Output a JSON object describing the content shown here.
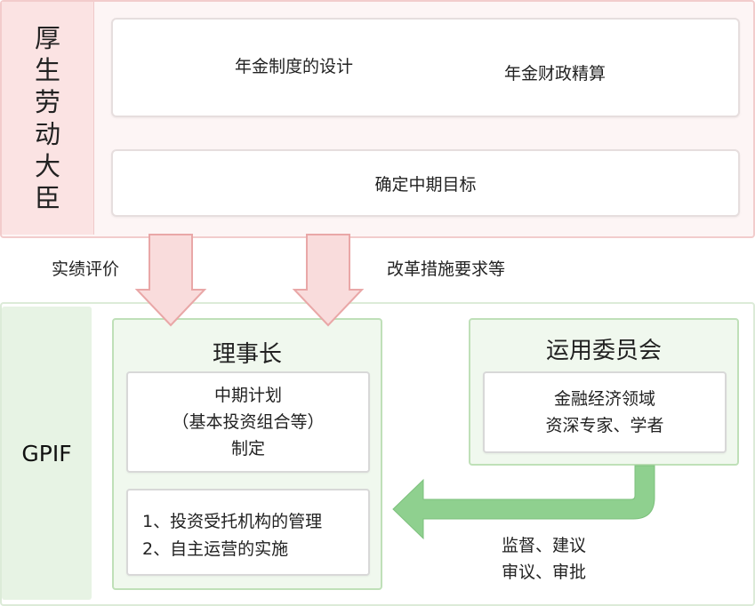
{
  "ministry": {
    "label_chars": [
      "厚",
      "生",
      "劳",
      "动",
      "大",
      "臣"
    ],
    "design_label": "年金制度的设计",
    "finance_label": "年金财政精算",
    "target_label": "确定中期目标"
  },
  "flows": {
    "evaluation_label": "实绩评价",
    "reform_label": "改革措施要求等",
    "supervision_line1": "监督、建议",
    "supervision_line2": "审议、审批"
  },
  "gpif": {
    "label": "GPIF",
    "chairman": {
      "title": "理事长",
      "plan_line1": "中期计划",
      "plan_line2": "（基本投资组合等）",
      "plan_line3": "制定",
      "duty_line1": "1、投资受托机构的管理",
      "duty_line2": "2、自主运营的实施"
    },
    "committee": {
      "title": "运用委员会",
      "member_line1": "金融经济领域",
      "member_line2": "资深专家、学者"
    }
  },
  "colors": {
    "pink_panel": "#fdf5f5",
    "pink_border": "#f2cccc",
    "arrow_pink_fill": "#f9dcdc",
    "arrow_pink_stroke": "#e9a7a7",
    "green_panel": "#f0f8ee",
    "green_border": "#bfe0b8",
    "arrow_green": "#8fd08f"
  }
}
